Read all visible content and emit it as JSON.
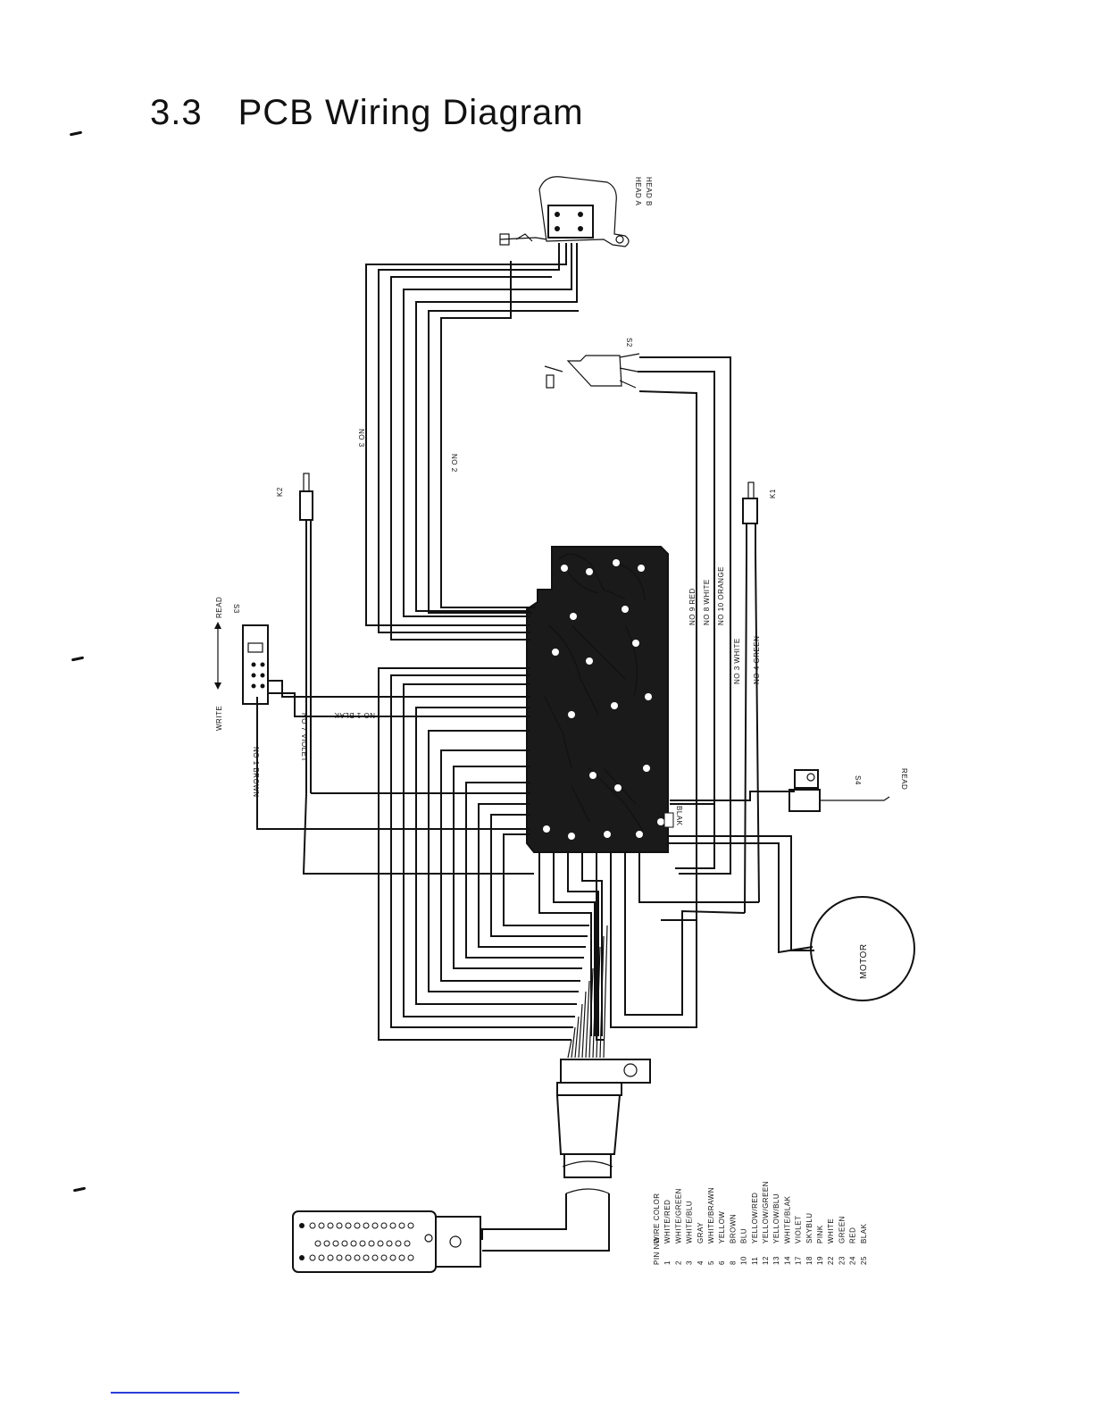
{
  "title": {
    "number": "3.3",
    "text": "PCB Wiring Diagram"
  },
  "components": {
    "head_a": "HEAD A",
    "head_b": "HEAD B",
    "s2": "S2",
    "s3": "S3",
    "s4": "S4",
    "k1": "K1",
    "k2": "K2",
    "motor": "MOTOR",
    "write": "WRITE",
    "read": "READ",
    "blak": "BLAK"
  },
  "wire_labels": {
    "no9_red": "NO 9 RED",
    "no8_white": "NO 8 WHITE",
    "no10_orange": "NO 10 ORANGE",
    "no3_white": "NO 3 WHITE",
    "no4_green": "NO 4 GREEN",
    "no7_violet": "NO 7 VIOLET",
    "no1_brown": "NO 1 BROWN",
    "no1_blak": "NO 1 BLAK",
    "no2": "NO 2",
    "no3": "NO 3"
  },
  "pin_table": {
    "header": [
      "PIN NO",
      "WIRE COLOR"
    ],
    "rows": [
      [
        "1",
        "WHITE/RED"
      ],
      [
        "2",
        "WHITE/GREEN"
      ],
      [
        "3",
        "WHITE/BLU"
      ],
      [
        "4",
        "GRAY"
      ],
      [
        "5",
        "WHITE/BRAWN"
      ],
      [
        "6",
        "YELLOW"
      ],
      [
        "8",
        "BROWN"
      ],
      [
        "10",
        "BLU"
      ],
      [
        "11",
        "YELLOW/RED"
      ],
      [
        "12",
        "YELLOW/GREEN"
      ],
      [
        "13",
        "YELLOW/BLU"
      ],
      [
        "14",
        "WHITE/BLAK"
      ],
      [
        "17",
        "VIOLET"
      ],
      [
        "18",
        "SKYBLU"
      ],
      [
        "19",
        "PINK"
      ],
      [
        "22",
        "WHITE"
      ],
      [
        "23",
        "GREEN"
      ],
      [
        "24",
        "RED"
      ],
      [
        "25",
        "BLAK"
      ]
    ]
  }
}
